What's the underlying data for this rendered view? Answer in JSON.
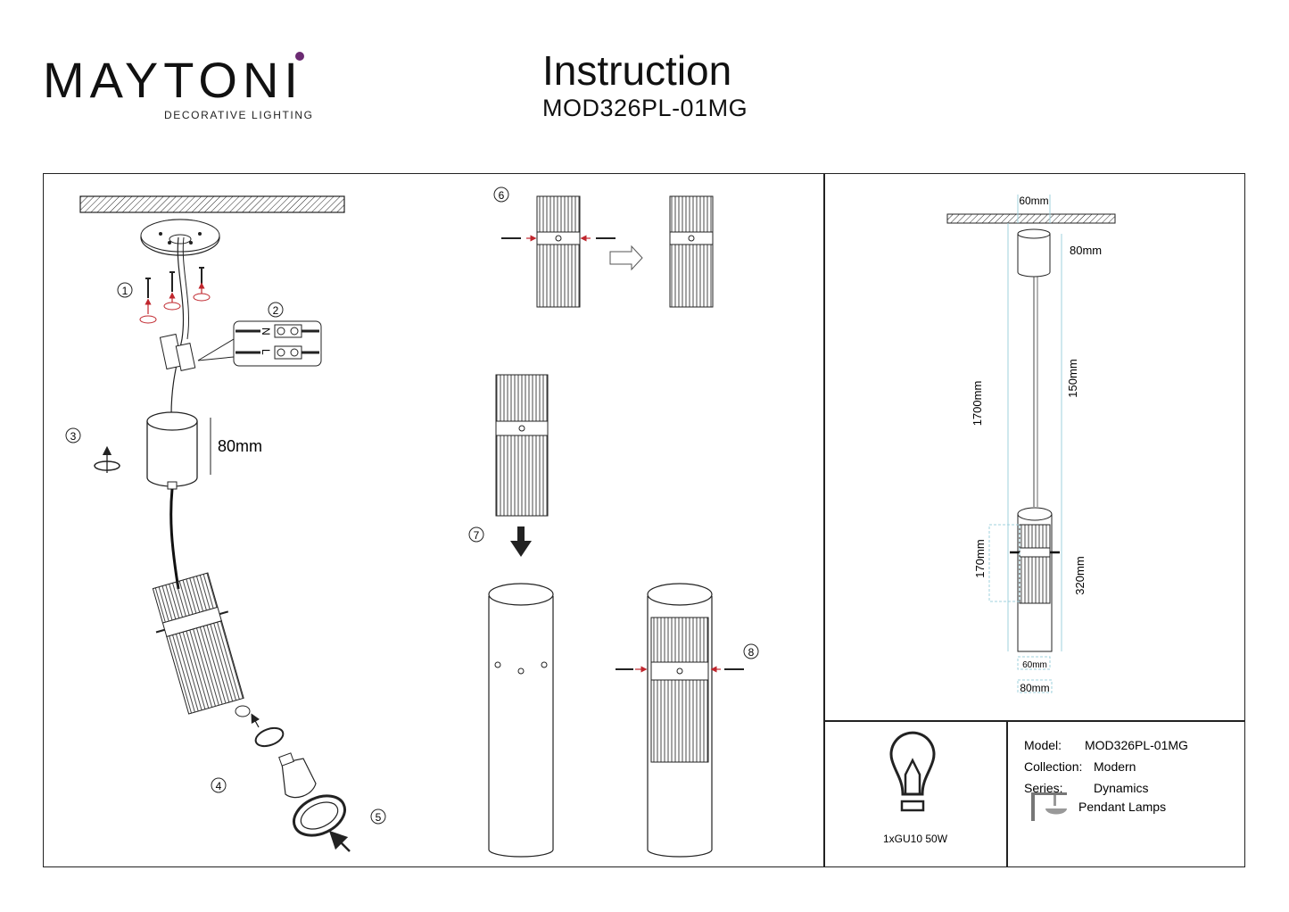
{
  "header": {
    "brand": "MAYTONI",
    "tagline": "DECORATIVE LIGHTING",
    "title": "Instruction",
    "model": "MOD326PL-01MG"
  },
  "steps": [
    "1",
    "2",
    "3",
    "4",
    "5",
    "6",
    "7",
    "8"
  ],
  "assembly": {
    "canopy_height": "80mm",
    "terminal_n": "N",
    "terminal_l": "L"
  },
  "dimensions": {
    "top_width": "60mm",
    "canopy_height": "80mm",
    "total_height": "1700mm",
    "cable_length": "150mm",
    "body_height": "170mm",
    "shade_height": "320mm",
    "inner_diameter": "60mm",
    "outer_diameter": "80mm"
  },
  "specs": {
    "bulb": "1xGU10 50W",
    "model_label": "Model:",
    "model_value": "MOD326PL-01MG",
    "collection_label": "Collection:",
    "collection_value": "Modern",
    "series_label": "Series:",
    "series_value": "Dynamics",
    "type_value": "Pendant Lamps"
  },
  "colors": {
    "accent": "#6b2a72",
    "line": "#222222",
    "dim": "#9fd0dc",
    "arrow_red": "#c0262d"
  }
}
